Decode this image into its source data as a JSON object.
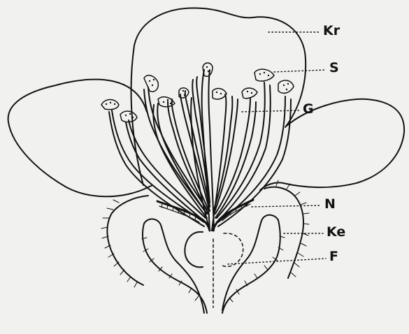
{
  "labels": {
    "kr": "Kr",
    "s": "S",
    "g": "G",
    "n": "N",
    "ke": "Ke",
    "f": "F"
  },
  "colors": {
    "ink": "#121212",
    "paper": "#f1f1ef"
  }
}
